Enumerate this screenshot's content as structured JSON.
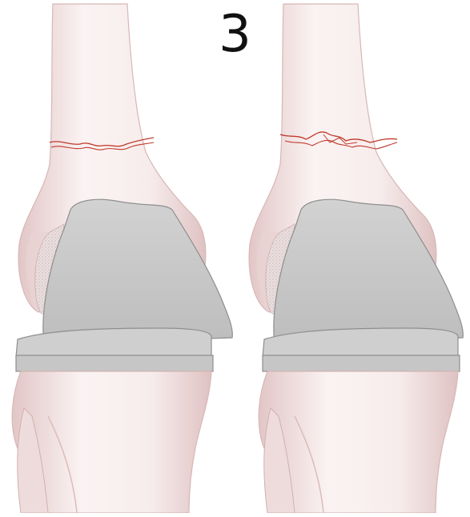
{
  "figure": {
    "label": "3",
    "colors": {
      "background": "#ffffff",
      "bone_fill": "#f6eaea",
      "bone_shadow": "#e6cccc",
      "bone_outline": "#d9b9b9",
      "implant_fill": "#c9c9c9",
      "implant_outline": "#8e8e8e",
      "cement_fill": "#e8dede",
      "fracture_line": "#c0392b"
    },
    "panels": [
      {
        "name": "left-knee",
        "fracture": "transverse"
      },
      {
        "name": "right-knee",
        "fracture": "comminuted"
      }
    ]
  }
}
